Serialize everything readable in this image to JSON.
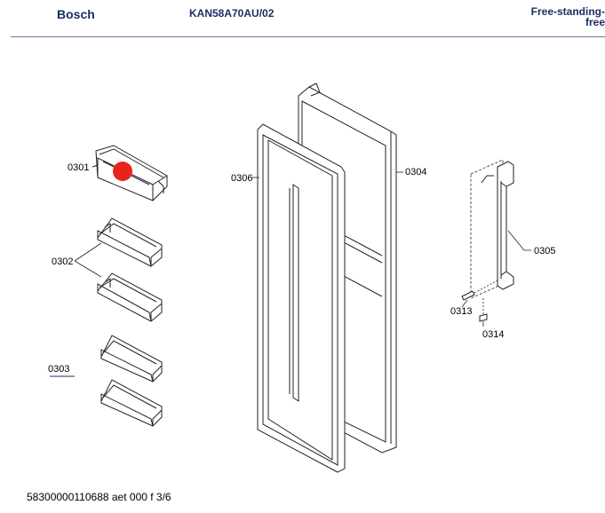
{
  "header": {
    "brand": "Bosch",
    "model": "KAN58A70AU/02",
    "category_line1": "Free-standing-",
    "category_line2": "free"
  },
  "parts": {
    "p0301": "0301",
    "p0302": "0302",
    "p0303": "0303",
    "p0304": "0304",
    "p0305": "0305",
    "p0306": "0306",
    "p0313": "0313",
    "p0314": "0314"
  },
  "highlight_color": "#e8231a",
  "footer": "58300000110688 aet 000 f 3/6"
}
